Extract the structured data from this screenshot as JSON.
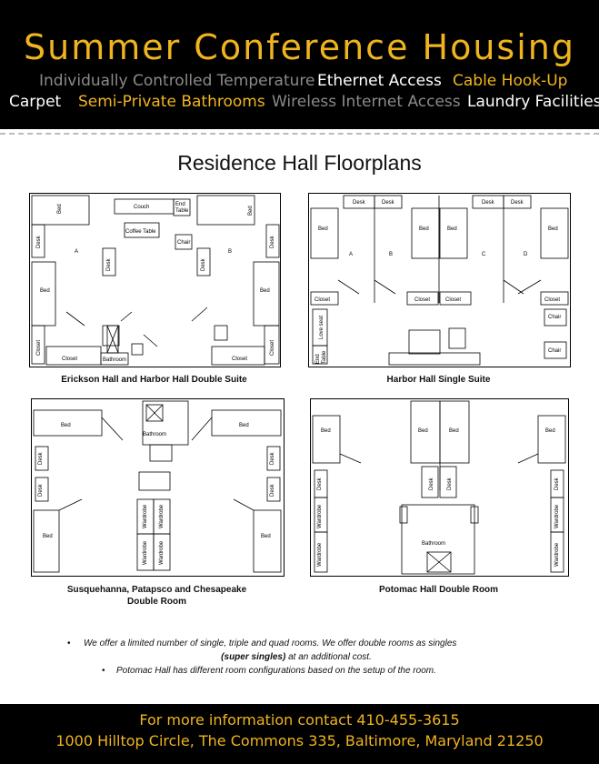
{
  "header": {
    "title": "Summer Conference Housing",
    "features": [
      "Individually Controlled Temperature",
      "Ethernet Access",
      "Cable Hook-Up",
      "Carpet",
      "Semi-Private Bathrooms",
      "Wireless Internet Access",
      "Laundry Facilities"
    ]
  },
  "main": {
    "heading": "Residence Hall Floorplans",
    "plans": [
      {
        "caption": "Erickson Hall and Harbor Hall Double Suite",
        "labels": [
          "Couch",
          "End Table",
          "Coffee Table",
          "Chair",
          "Bed",
          "Bed",
          "Bed",
          "Bed",
          "Desk",
          "Desk",
          "Desk",
          "Desk",
          "A",
          "B",
          "Closet",
          "Closet",
          "Closet",
          "Closet",
          "Bathroom"
        ]
      },
      {
        "caption": "Harbor Hall Single Suite",
        "labels": [
          "Desk",
          "Desk",
          "Desk",
          "Desk",
          "Bed",
          "Bed",
          "Bed",
          "Bed",
          "A",
          "B",
          "C",
          "D",
          "Closet",
          "Closet",
          "Closet",
          "Closet",
          "Love seat",
          "End Table",
          "Chair",
          "Chair"
        ]
      },
      {
        "caption_line1": "Susquehanna, Patapsco and Chesapeake",
        "caption_line2": "Double Room",
        "labels": [
          "Bed",
          "Bed",
          "Bed",
          "Bed",
          "Bathroom",
          "Desk",
          "Desk",
          "Desk",
          "Desk",
          "Wardrobe",
          "Wardrobe",
          "Wardrobe",
          "Wardrobe"
        ]
      },
      {
        "caption": "Potomac Hall Double Room",
        "labels": [
          "Bed",
          "Bed",
          "Bed",
          "Bed",
          "Desk",
          "Desk",
          "Desk",
          "Desk",
          "Wardrobe",
          "Wardrobe",
          "Wardrobe",
          "Wardrobe",
          "Bathroom"
        ]
      }
    ]
  },
  "notes": {
    "bullet1_pre": "We offer a limited number of single, triple and quad rooms.  We offer double rooms as singles",
    "bullet1_bold": "(super singles)",
    "bullet1_post": " at an additional cost.",
    "bullet2": "Potomac Hall has different room configurations based on the setup of the room."
  },
  "footer": {
    "line1": "For more information contact 410-455-3615",
    "line2": "1000 Hilltop Circle, The Commons 335, Baltimore, Maryland 21250"
  }
}
